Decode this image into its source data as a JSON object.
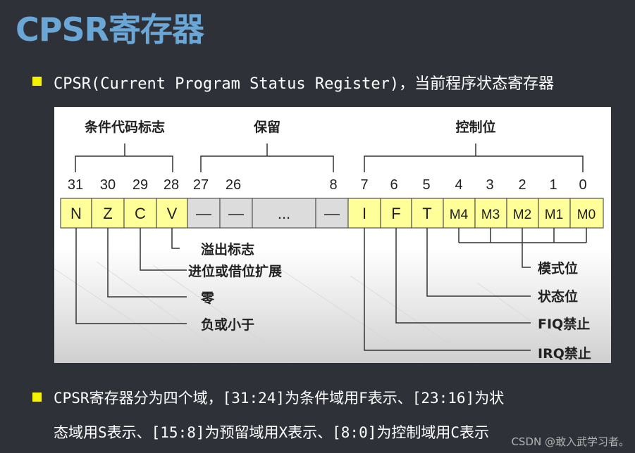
{
  "title": "CPSR寄存器",
  "bullet1": "CPSR(Current Program Status Register)，当前程序状态寄存器",
  "diagram": {
    "groups": {
      "cond": "条件代码标志",
      "reserved": "保留",
      "control": "控制位"
    },
    "bit_numbers": [
      "31",
      "30",
      "29",
      "28",
      "27",
      "26",
      "8",
      "7",
      "6",
      "5",
      "4",
      "3",
      "2",
      "1",
      "0"
    ],
    "cells": [
      "N",
      "Z",
      "C",
      "V",
      "—",
      "—",
      "...",
      "—",
      "I",
      "F",
      "T",
      "M4",
      "M3",
      "M2",
      "M1",
      "M0"
    ],
    "labels": {
      "overflow": "溢出标志",
      "carry": "进位或借位扩展",
      "zero": "零",
      "negative": "负或小于",
      "mode": "模式位",
      "state": "状态位",
      "fiq": "FIQ禁止",
      "irq": "IRQ禁止"
    },
    "colors": {
      "cell_yellow": "#ffff99",
      "cell_grey": "#dcdcdc"
    }
  },
  "bullet2_line1": "CPSR寄存器分为四个域，[31:24]为条件域用F表示、[23:16]为状",
  "bullet2_line2": "态域用S表示、[15:8]为预留域用X表示、[8:0]为控制域用C表示",
  "watermark": "CSDN @敢入武学习者。"
}
